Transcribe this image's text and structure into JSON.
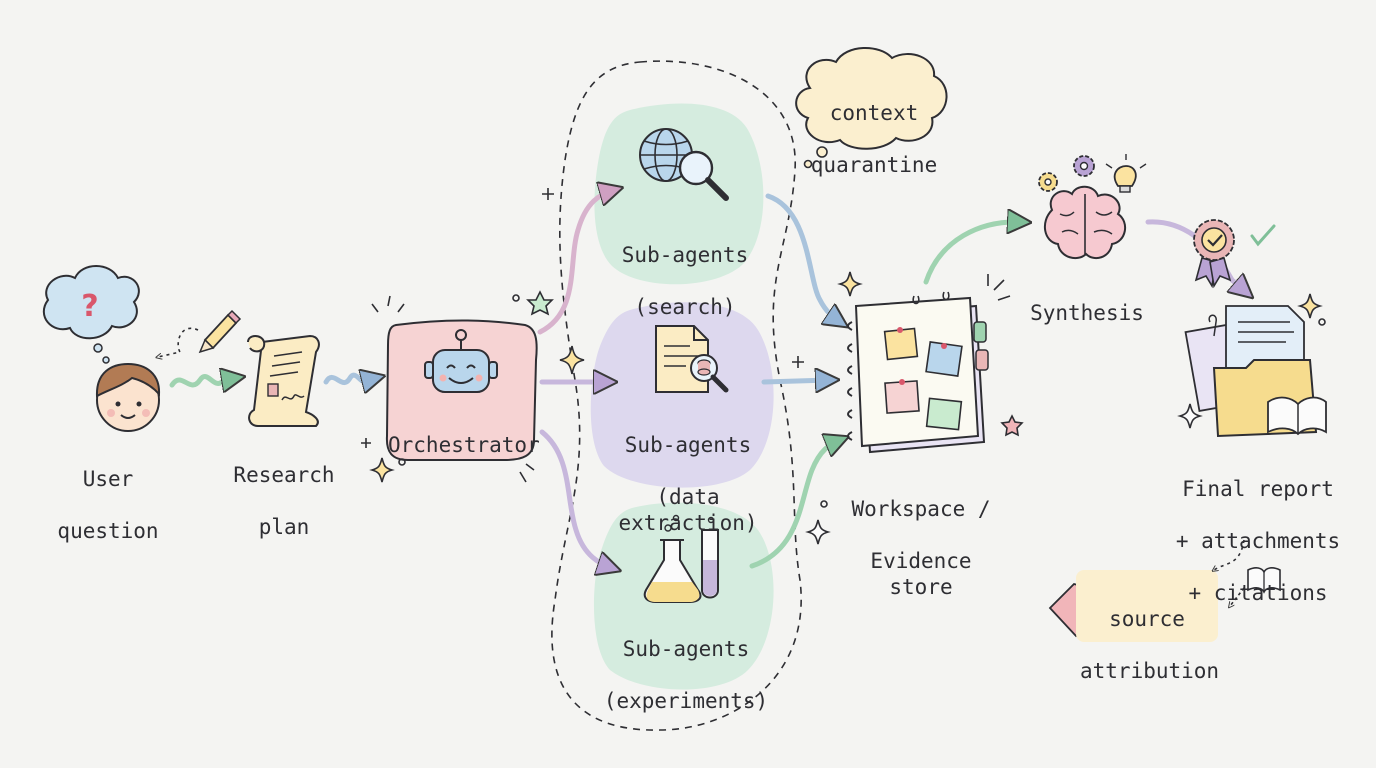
{
  "nodes": {
    "user": {
      "line1": "User",
      "line2": "question",
      "icon": "person-thinking-icon"
    },
    "plan": {
      "line1": "Research",
      "line2": "plan",
      "icon": "scroll-icon"
    },
    "orchestrator": {
      "label": "Orchestrator",
      "icon": "robot-icon"
    },
    "search": {
      "line1": "Sub-agents",
      "line2": "(search)",
      "icon": "globe-magnifier-icon"
    },
    "extraction": {
      "line1": "Sub-agents",
      "line2": "(data extraction)",
      "icon": "document-database-icon"
    },
    "experiments": {
      "line1": "Sub-agents",
      "line2": "(experiments)",
      "icon": "flask-testtube-icon"
    },
    "workspace": {
      "line1": "Workspace /",
      "line2": "Evidence store",
      "icon": "notebook-sticky-notes-icon"
    },
    "synthesis": {
      "label": "Synthesis",
      "icon": "brain-gears-icon"
    },
    "report": {
      "line1": "Final report",
      "line2": "+ attachments",
      "line3": "+ citations",
      "icon": "folder-documents-icon"
    },
    "quarantine": {
      "line1": "context",
      "line2": "quarantine"
    },
    "attribution": {
      "line1": "source",
      "line2": "attribution",
      "icon": "tag-icon"
    }
  },
  "colors": {
    "orchestrator_fill": "#f6d3d3",
    "search_fill": "#d5ecdf",
    "extraction_fill": "#ddd8ee",
    "experiments_fill": "#d5ecdf",
    "quarantine_fill": "#fbefcf",
    "attribution_fill": "#fbefcf",
    "arrow_green": "#9fd3b0",
    "arrow_purple": "#c7b7dc",
    "arrow_blue": "#a9c3dc",
    "arrow_pink": "#d8b3cd"
  }
}
